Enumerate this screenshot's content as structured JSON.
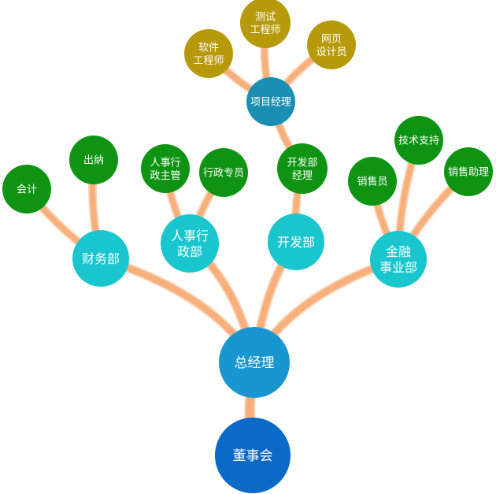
{
  "colors": {
    "branch": "#f7b07c",
    "branch_glow": "#fbd3b5",
    "board": "#0b69c7",
    "ceo": "#1996cf",
    "department": "#19c6cd",
    "manager": "#1a8fb3",
    "staff": "#0e9412",
    "engineer": "#b79a0a",
    "text": "#ffffff"
  },
  "nodes": {
    "board": {
      "label": "董事会"
    },
    "ceo": {
      "label": "总经理"
    },
    "finance": {
      "label": "财务部"
    },
    "hr": {
      "label": "人事行政部"
    },
    "dev": {
      "label": "开发部"
    },
    "fin_biz": {
      "label": "金融事业部"
    },
    "accounting": {
      "label": "会计"
    },
    "cashier": {
      "label": "出纳"
    },
    "hr_admin_head": {
      "label": "人事行政主管"
    },
    "admin_specialist": {
      "label": "行政专员"
    },
    "dev_manager": {
      "label": "开发部经理"
    },
    "project_manager": {
      "label": "项目经理"
    },
    "software_engineer": {
      "label": "软件工程师"
    },
    "test_engineer": {
      "label": "测试工程师"
    },
    "web_designer": {
      "label": "网页设计员"
    },
    "salesperson": {
      "label": "销售员"
    },
    "tech_support": {
      "label": "技术支持"
    },
    "sales_assistant": {
      "label": "销售助理"
    }
  },
  "edges": [
    [
      "board",
      "ceo"
    ],
    [
      "ceo",
      "finance"
    ],
    [
      "ceo",
      "hr"
    ],
    [
      "ceo",
      "dev"
    ],
    [
      "ceo",
      "fin_biz"
    ],
    [
      "finance",
      "accounting"
    ],
    [
      "finance",
      "cashier"
    ],
    [
      "hr",
      "hr_admin_head"
    ],
    [
      "hr",
      "admin_specialist"
    ],
    [
      "dev",
      "dev_manager"
    ],
    [
      "dev_manager",
      "project_manager"
    ],
    [
      "project_manager",
      "software_engineer"
    ],
    [
      "project_manager",
      "test_engineer"
    ],
    [
      "project_manager",
      "web_designer"
    ],
    [
      "fin_biz",
      "salesperson"
    ],
    [
      "fin_biz",
      "tech_support"
    ],
    [
      "fin_biz",
      "sales_assistant"
    ]
  ]
}
